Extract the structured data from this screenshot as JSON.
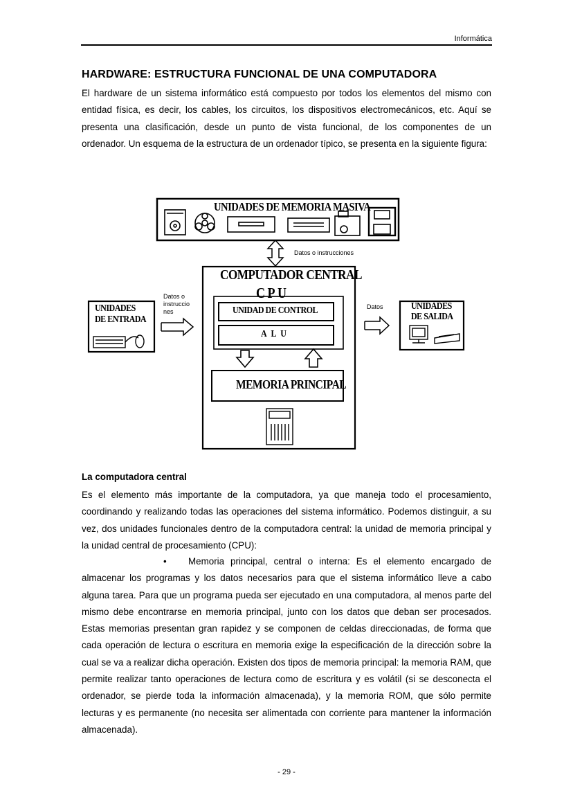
{
  "header": {
    "label": "Informática"
  },
  "title": "HARDWARE: ESTRUCTURA FUNCIONAL DE UNA COMPUTADORA",
  "intro": "El hardware de un sistema informático está compuesto por todos los elementos del mismo con entidad física, es decir, los cables, los circuitos, los dispositivos electromecánicos, etc. Aquí se presenta una clasificación, desde un punto de vista funcional, de los componentes de un ordenador. Un esquema de la estructura de un ordenador típico, se presenta en la siguiente figura:",
  "diagram": {
    "mass_storage": "UNIDADES DE MEMORIA MASIVA",
    "data_instructions": "Datos o instrucciones",
    "central": "COMPUTADOR CENTRAL",
    "cpu": "CPU",
    "control_unit": "UNIDAD DE CONTROL",
    "alu": "A L U",
    "main_memory": "MEMORIA PRINCIPAL",
    "input_line1": "UNIDADES",
    "input_line2": "DE ENTRADA",
    "input_arrow_line1": "Datos o",
    "input_arrow_line2": "instruccio",
    "input_arrow_line3": "nes",
    "output_arrow": "Datos",
    "output_line1": "UNIDADES",
    "output_line2": "DE SALIDA"
  },
  "section": {
    "heading": "La computadora central",
    "paragraph": "Es el elemento más importante de la computadora, ya que maneja todo el procesamiento, coordinando y realizando todas las operaciones del sistema informático. Podemos distinguir, a su vez, dos unidades funcionales dentro de la computadora central: la unidad de memoria principal y la unidad central de procesamiento (CPU):",
    "bullet_symbol": "•",
    "bullet": "Memoria principal, central o interna: Es el elemento encargado de almacenar los programas y los datos necesarios para que el sistema informático lleve a cabo alguna tarea. Para que un programa pueda ser ejecutado en una computadora, al menos parte del mismo debe encontrarse en memoria principal, junto con los datos que deban ser procesados. Estas memorias presentan gran rapidez y se componen de celdas direccionadas, de forma que cada operación de lectura o escritura en memoria exige la especificación de la dirección sobre la cual se va a realizar dicha operación. Existen dos tipos de memoria principal: la memoria RAM, que permite realizar tanto operaciones de lectura como de escritura y es volátil (si se desconecta el ordenador, se pierde toda la información almacenada), y la memoria ROM, que sólo permite lecturas y es permanente (no necesita ser alimentada con corriente para mantener la información almacenada)."
  },
  "footer": {
    "page_number": "- 29 -"
  }
}
